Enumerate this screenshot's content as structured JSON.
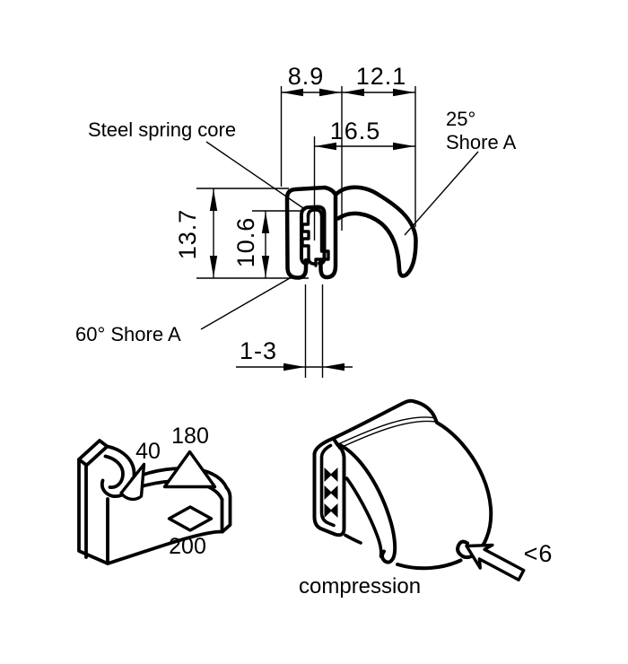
{
  "colors": {
    "ink": "#000000",
    "paper": "#ffffff"
  },
  "cross_section": {
    "dim_top_left": "8.9",
    "dim_top_right": "12.1",
    "dim_lip_width": "16.5",
    "dim_height": "13.7",
    "dim_inner_height": "10.6",
    "dim_grip_range": "1-3",
    "label_core": "Steel spring core",
    "label_lip_hardness_deg": "25°",
    "label_lip_hardness_scale": "Shore A",
    "label_body_hardness": "60° Shore A"
  },
  "bend_radii": {
    "radius_inner": "40",
    "radius_convex": "180",
    "radius_concave": "200"
  },
  "compression": {
    "max_value": "<6",
    "caption": "compression"
  }
}
